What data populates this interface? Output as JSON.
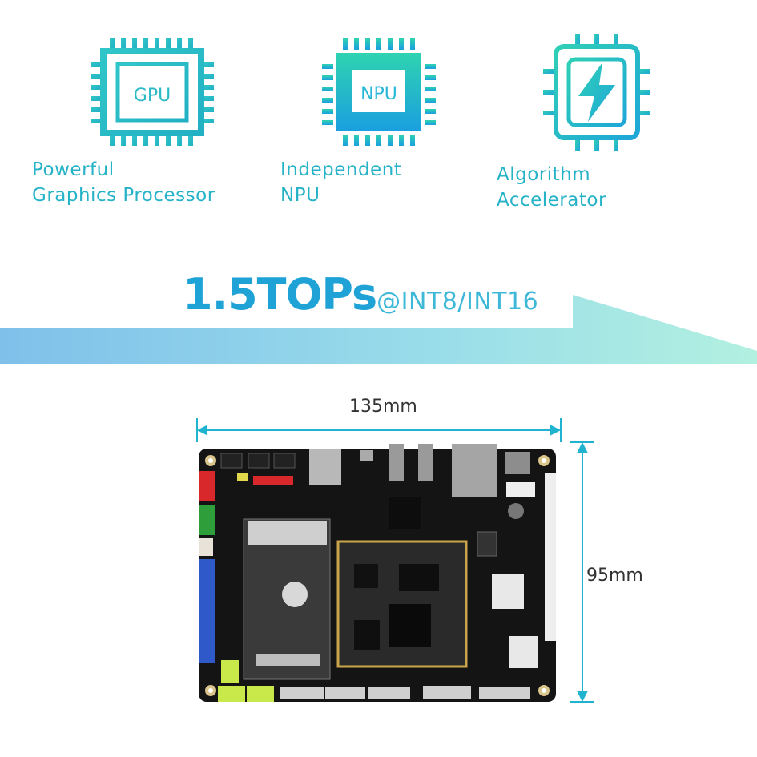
{
  "features": [
    {
      "chip_text": "GPU",
      "label_line1": "Powerful",
      "label_line2": "Graphics Processor",
      "icon": "gpu-chip-icon"
    },
    {
      "chip_text": "NPU",
      "label_line1": "Independent",
      "label_line2": "NPU",
      "icon": "npu-chip-icon"
    },
    {
      "chip_text": "",
      "label_line1": "Algorithm",
      "label_line2": "Accelerator",
      "icon": "lightning-chip-icon"
    }
  ],
  "performance": {
    "value": "1.5TOPs",
    "suffix": "@INT8/INT16"
  },
  "dimensions": {
    "width": "135mm",
    "height": "95mm"
  },
  "colors": {
    "teal": "#26b3c7",
    "blue": "#1fa3d6",
    "band_start": "#7fc0ea",
    "band_end": "#a8ece0"
  }
}
